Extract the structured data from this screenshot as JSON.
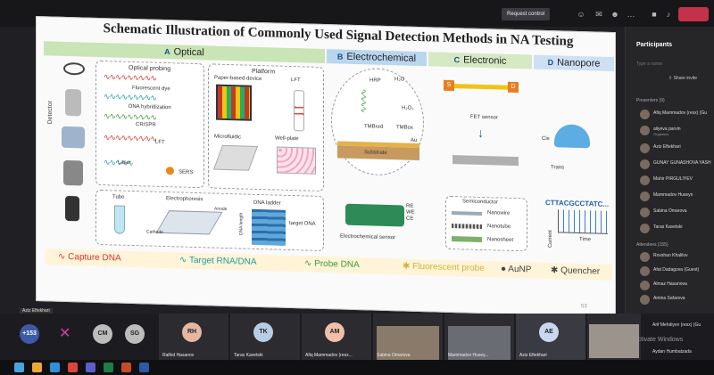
{
  "toolbar": {
    "request_control": "Request control"
  },
  "slide": {
    "title": "Schematic Illustration of Commonly Used Signal Detection Methods in NA Testing",
    "sections": [
      {
        "letter": "A",
        "name": "Optical"
      },
      {
        "letter": "B",
        "name": "Electrochemical"
      },
      {
        "letter": "C",
        "name": "Electronic"
      },
      {
        "letter": "D",
        "name": "Nanopore"
      }
    ],
    "detector_label": "Detector",
    "optical_probing": {
      "title": "Optical probing",
      "items": [
        "Fluorescent dye",
        "DNA hybridization",
        "CRISPR",
        "LFT",
        "Laser",
        "SERS"
      ]
    },
    "platform": {
      "title": "Platform",
      "items": [
        "Paper-based device",
        "LFT",
        "Microfluidic",
        "Well-plate"
      ]
    },
    "gel": {
      "tube": "Tube",
      "electrophoresis": "Electrophoresis",
      "dna_ladder": "DNA ladder",
      "dna_length": "DNA length",
      "target_dna": "target DNA",
      "cathode": "Cathode",
      "anode": "Anode"
    },
    "electrochem": {
      "hrp": "HRP",
      "h2o_top": "H₂O",
      "h2o2": "H₂O₂",
      "tmb_red": "TMBred",
      "tmb_ox": "TMBox",
      "au": "Au",
      "substrate": "Substrate",
      "re": "RE",
      "we": "WE",
      "ce": "CE",
      "sensor": "Electrochemical sensor"
    },
    "electronic": {
      "s": "S",
      "d": "D",
      "fet": "FET sensor",
      "semiconductor": "Semiconductor",
      "items": [
        "Nanowire",
        "Nanotube",
        "Nanosheet"
      ]
    },
    "nanopore": {
      "cis": "Cis",
      "trans": "Trans",
      "sequence": "CTTACGCCTATC...",
      "current": "Current",
      "time": "Time"
    },
    "legend": [
      "Capture DNA",
      "Target RNA/DNA",
      "Probe DNA",
      "Fluorescent probe",
      "AuNP",
      "Quencher"
    ],
    "page": "53"
  },
  "presenter_label": "Aziz Eftekhari",
  "bottom": {
    "more_count": "+153",
    "avatars": [
      "CM",
      "SG"
    ],
    "tiles": [
      {
        "initials": "RH",
        "name": "Ralhid Hasanov"
      },
      {
        "initials": "TK",
        "name": "Taras Kavetski"
      },
      {
        "initials": "AM",
        "name": "Afiq Mammadov (resx..."
      },
      {
        "name": "Sabina Omarova"
      },
      {
        "name": "Mammadov Husey..."
      },
      {
        "initials": "AE",
        "name": "Aziz Eftekhari"
      }
    ]
  },
  "panel": {
    "title": "Participants",
    "search_placeholder": "Type a name",
    "share": "Share invite",
    "presenters_header": "Presenters (9)",
    "presenters": [
      {
        "name": "Afiq Mammadov (resx) (Gu"
      },
      {
        "name": "aliyeva parvin",
        "role": "Organizer"
      },
      {
        "name": "Aziz Eftekhari"
      },
      {
        "name": "GUNAY GUNASHOVA YASH"
      },
      {
        "name": "Mahir PIRGULIYEV"
      },
      {
        "name": "Mammadov Huseyn"
      },
      {
        "name": "Sabina Omarova"
      },
      {
        "name": "Taras Kavetski"
      }
    ],
    "attendees_header": "Attendees (155)",
    "attendees": [
      {
        "name": "Rovshan Khalilov"
      },
      {
        "name": "Afat Dadagova (Guest)"
      },
      {
        "name": "Almaz Hasanova"
      },
      {
        "name": "Amina Safarova"
      },
      {
        "name": "Arif Mehdiyev (resx) (Gu"
      },
      {
        "name": "Aydan Humbatzada"
      }
    ]
  },
  "watermark": "Activate Windows",
  "colors": {
    "capture": "#d9302a",
    "target": "#1b9ea0",
    "probe": "#3b9a3b",
    "aunp": "#e8891d"
  }
}
